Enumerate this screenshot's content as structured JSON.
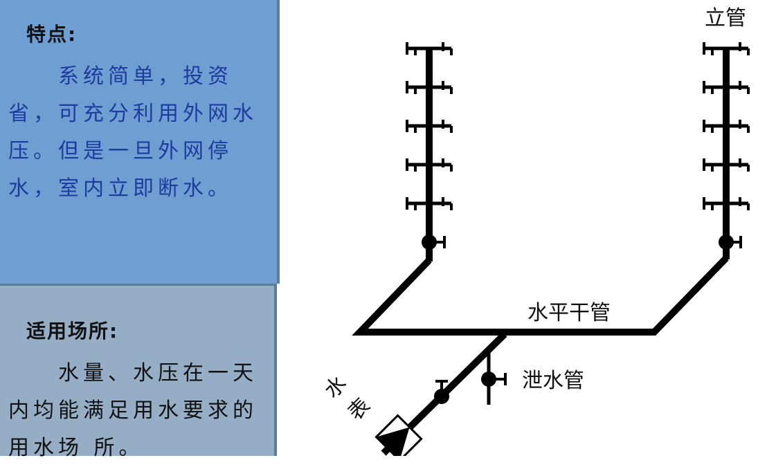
{
  "features": {
    "heading": "特点:",
    "text": "　　系统简单，投资省，可充分利用外网水压。但是一旦外网停水，室内立即断水。"
  },
  "suitable": {
    "heading": "适用场所:",
    "text": "　　水量、水压在一天内均能满足用水要求的用水场 所。"
  },
  "diagram": {
    "labels": {
      "riser": "立管",
      "horizontal_main": "水平干管",
      "drain_pipe": "泄水管",
      "meter_char1": "水",
      "meter_char2": "表"
    },
    "fixtures_per_riser": 5,
    "risers": 2
  }
}
